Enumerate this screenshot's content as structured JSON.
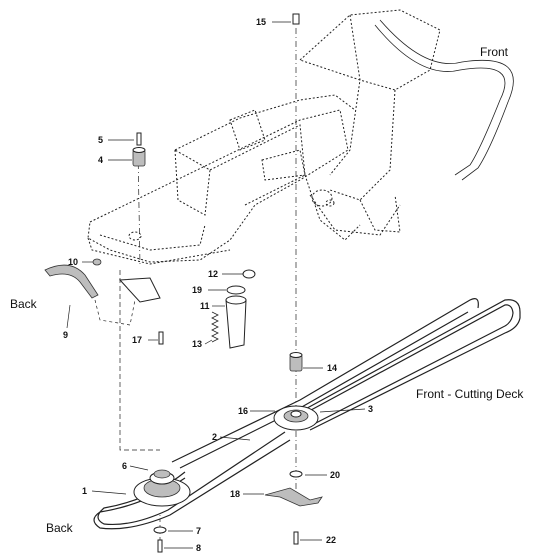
{
  "regions": {
    "front": "Front",
    "back_top": "Back",
    "front_deck": "Front - Cutting Deck",
    "back_bottom": "Back"
  },
  "parts": {
    "p1": "1",
    "p2": "2",
    "p3": "3",
    "p4": "4",
    "p5": "5",
    "p6": "6",
    "p7": "7",
    "p8": "8",
    "p9": "9",
    "p10": "10",
    "p11": "11",
    "p12": "12",
    "p13": "13",
    "p14": "14",
    "p15": "15",
    "p16": "16",
    "p17": "17",
    "p18": "18",
    "p19": "19",
    "p20": "20",
    "p22": "22"
  }
}
